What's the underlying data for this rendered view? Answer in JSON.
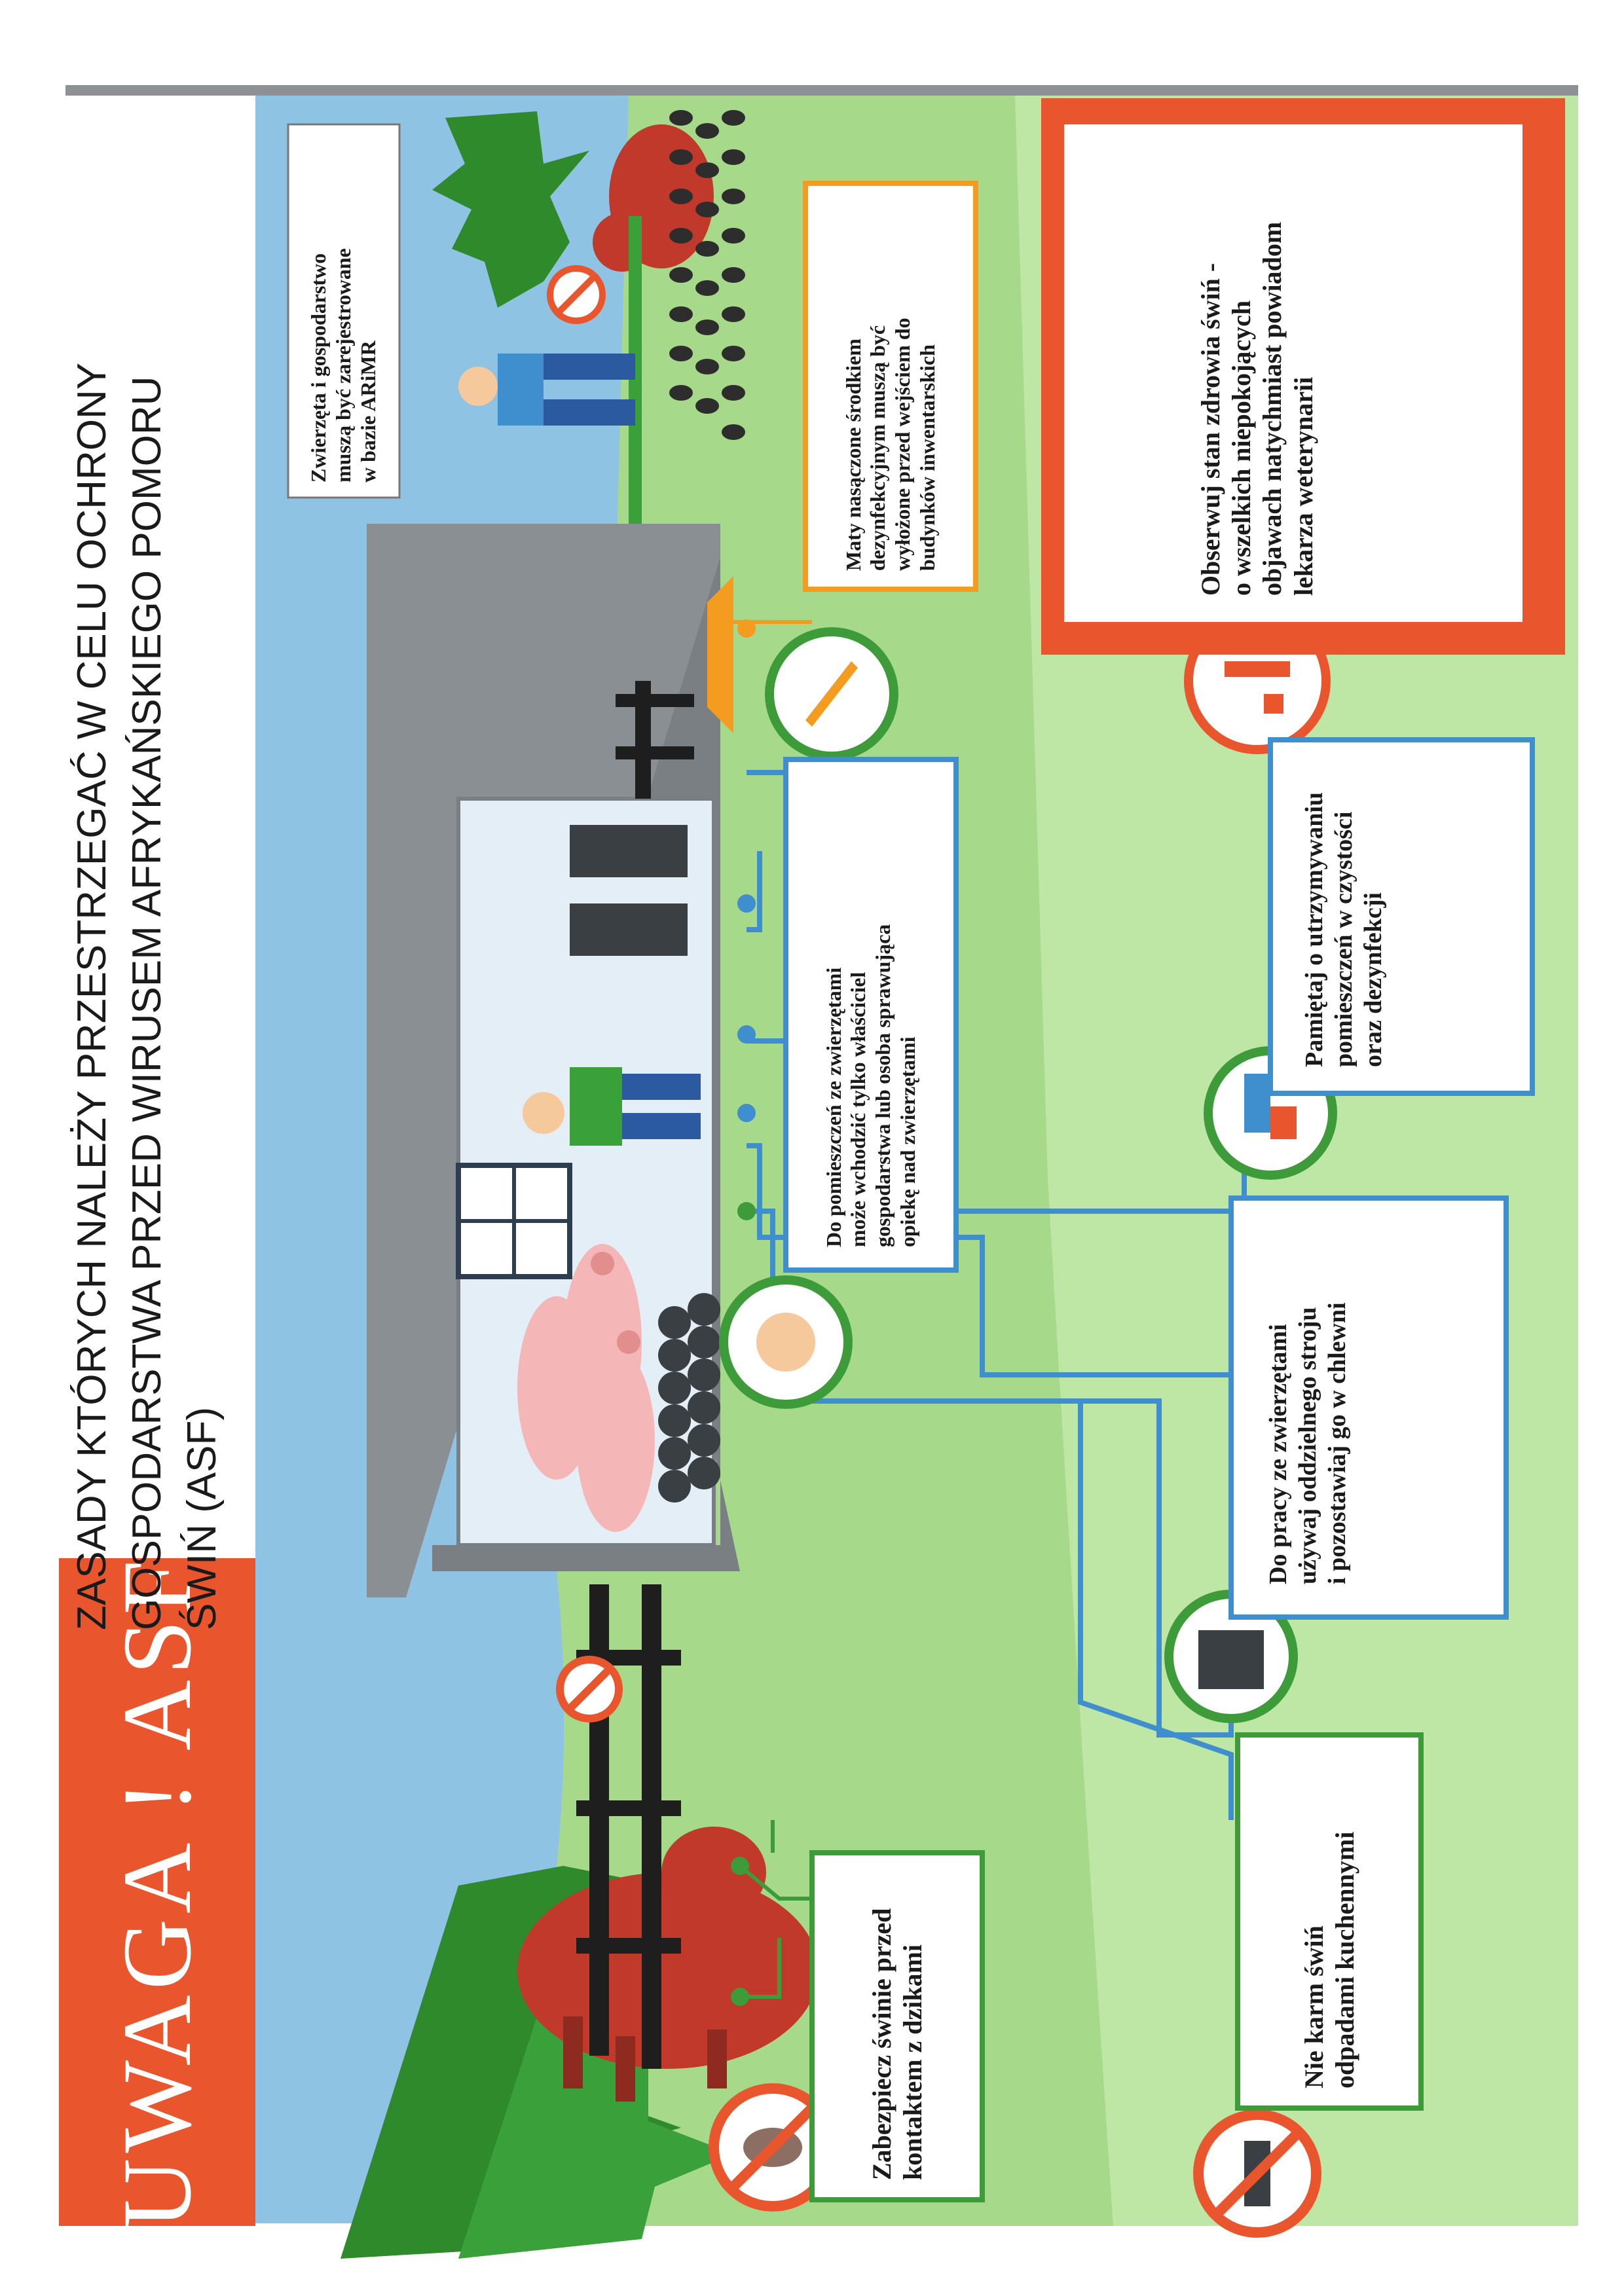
{
  "banner": {
    "text": "UWAGA ! ASF",
    "color": "#e9552c"
  },
  "title": {
    "lines": [
      "ZASADY KTÓRYCH NALEŻY PRZESTRZEGAĆ W CELU OCHRONY",
      "GOSPODARSTWA PRZED WIRUSEM AFRYKAŃSKIEGO POMORU",
      "ŚWIŃ (ASF)"
    ]
  },
  "rules": {
    "registration": {
      "lines": [
        "Zwierzęta i gospodarstwo",
        "muszą być zarejestrowane",
        "w bazie ARiMR"
      ]
    },
    "mats": {
      "lines": [
        "Maty nasączone środkiem",
        "dezynfekcyjnym muszą być",
        "wyłożone przed wejściem do",
        "budynków inwentarskich"
      ]
    },
    "health": {
      "lines": [
        "Obserwuj stan zdrowia świń -",
        "o wszelkich niepokojących",
        "objawach natychmiast powiadom",
        "lekarza weterynarii"
      ]
    },
    "entry": {
      "lines": [
        "Do pomieszczeń ze zwierzętami",
        "może wchodzić tylko właściciel",
        "gospodarstwa lub osoba sprawująca",
        "opiekę nad zwierzętami"
      ]
    },
    "cleaning": {
      "lines": [
        "Pamiętaj o utrzymywaniu",
        "pomieszczeń w czystości",
        "oraz dezynfekcji"
      ]
    },
    "clothing": {
      "lines": [
        "Do pracy ze zwierzętami",
        "używaj oddzielnego stroju",
        "i pozostawiaj go w chlewni"
      ]
    },
    "boars": {
      "lines": [
        "Zabezpiecz świnie przed",
        "kontaktem z dzikami"
      ]
    },
    "feeding": {
      "lines": [
        "Nie karm świń",
        "odpadami kuchennymi"
      ]
    }
  },
  "colors": {
    "sky": "#8fc3e3",
    "grass": "#a6d98a",
    "grass_light": "#c9ecb2",
    "accent_red": "#e9552c",
    "line_blue": "#3f8fcf",
    "line_green": "#3d9b3a",
    "tree": "#2f8a2c",
    "barn_wall": "#e3eef6",
    "roof": "#8a8f94",
    "boar": "#c0392b",
    "pig": "#f4b6b6",
    "mat": "#f39c1f"
  },
  "icons": [
    "no-entry-icon",
    "exclamation-icon",
    "farmer-icon",
    "mat-icon",
    "boots-icon",
    "clothing-icon",
    "no-boar-icon",
    "no-food-icon",
    "boar-icon",
    "pig-icon",
    "tree-icon",
    "fence-icon"
  ]
}
